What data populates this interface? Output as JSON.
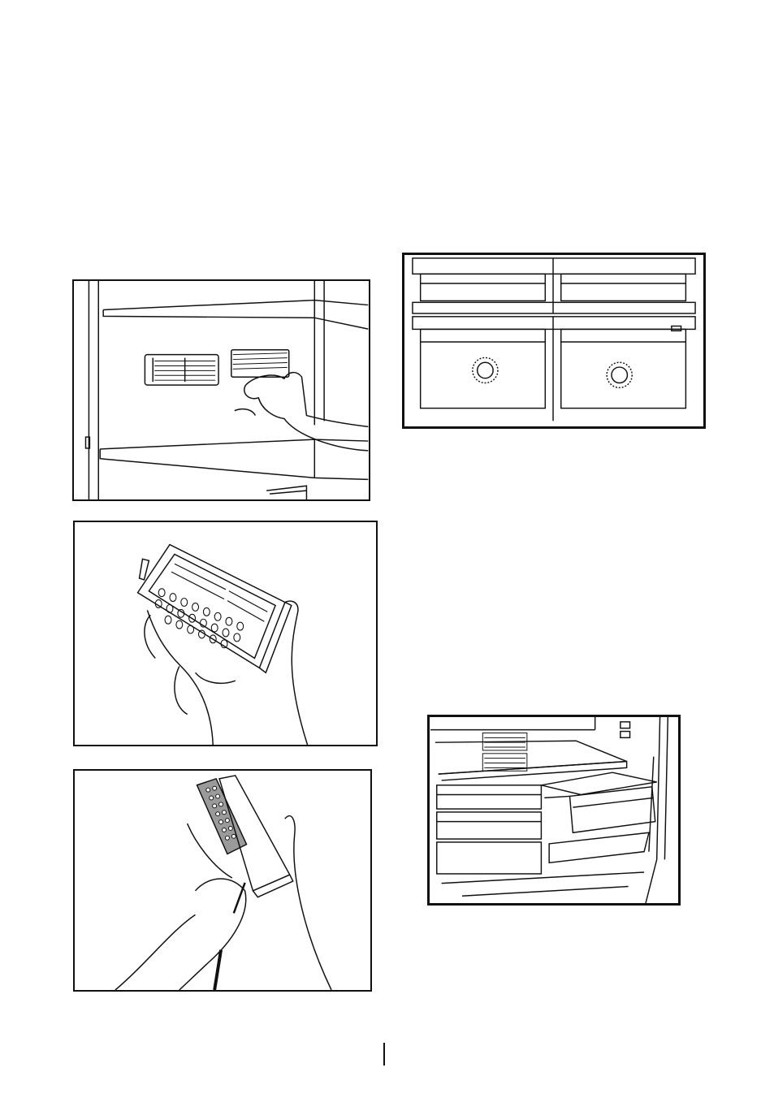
{
  "page": {
    "figures": [
      {
        "id": "vent-removal",
        "icon": "hand-removing-vent-grille-illustration"
      },
      {
        "id": "filter-holder",
        "icon": "hand-holding-filter-housing-illustration"
      },
      {
        "id": "filter-insert",
        "icon": "tool-opening-filter-housing-illustration"
      },
      {
        "id": "drawers-front",
        "icon": "freezer-drawers-front-view-illustration"
      },
      {
        "id": "drawer-interior",
        "icon": "refrigerator-interior-drawer-illustration"
      }
    ],
    "colors": {
      "line": "#111111",
      "paper": "#ffffff",
      "filter-fill": "#9a9a9a"
    }
  }
}
